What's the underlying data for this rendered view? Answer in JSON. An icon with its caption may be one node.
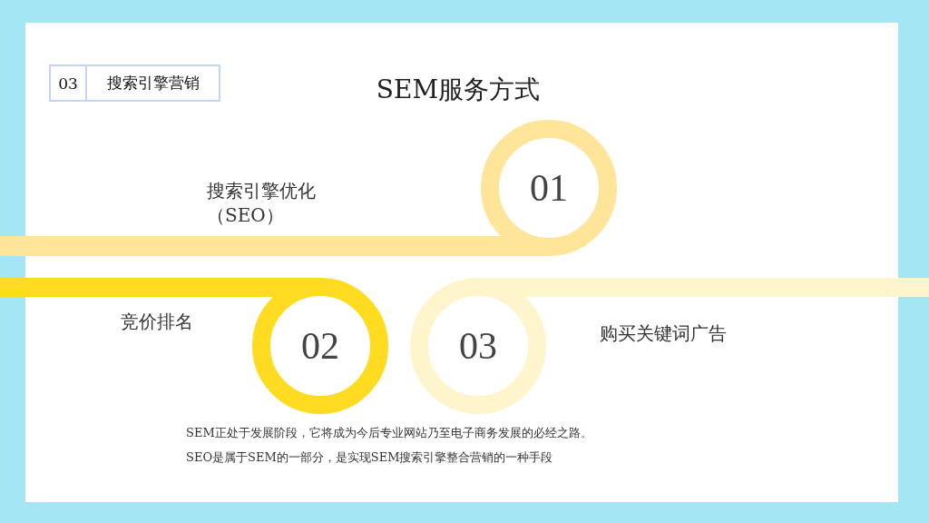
{
  "diagram": {
    "title": "SEM服务方式",
    "nodes": [
      {
        "text": [
          "03"
        ]
      },
      {
        "text": [
          "搜索引擎营销"
        ]
      },
      {
        "text": [
          "01"
        ]
      },
      {
        "text": [
          "02"
        ]
      },
      {
        "text": [
          "03"
        ]
      }
    ],
    "labels": [
      "搜索引擎优化（SEO）",
      "竞价排名",
      "购买关键词广告",
      "SEM正处于发展阶段，它将成为今后专业网站乃至电子商务发展的必经之路。",
      "SEO是属于SEM的一部分，是实现SEM搜索引擎整合营销的一种手段"
    ]
  }
}
